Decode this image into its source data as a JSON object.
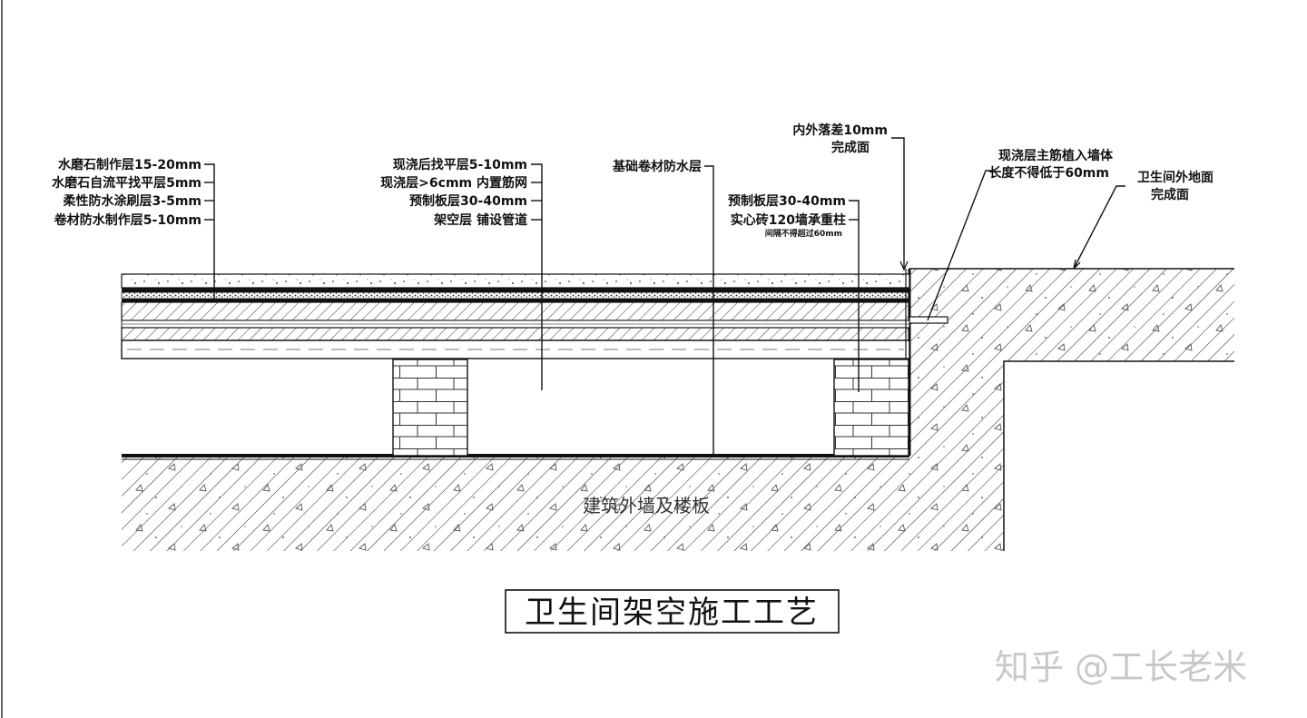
{
  "labels_left": [
    "水磨石制作层15-20mm",
    "水磨石自流平找平层5mm",
    "柔性防水涂刷层3-5mm",
    "卷材防水制作层5-10mm"
  ],
  "labels_mid": [
    "现浇后找平层5-10mm",
    "现浇层>6cmm 内置筋网",
    "预制板层30-40mm",
    "架空层 铺设管道"
  ],
  "label_membrane": "基础卷材防水层",
  "label_drop": [
    "内外落差10mm",
    "完成面"
  ],
  "label_precast": "预制板层30-40mm",
  "label_brick": "实心砖120墙承重柱",
  "label_brick_note": "间隔不得超过60mm",
  "label_rebar": [
    "现浇层主筋植入墙体",
    "长度不得低于60mm"
  ],
  "label_outside": [
    "卫生间外地面",
    "完成面"
  ],
  "label_structure": "建筑外墙及楼板",
  "title": "卫生间架空施工工艺",
  "watermark": "知乎 @工长老米"
}
